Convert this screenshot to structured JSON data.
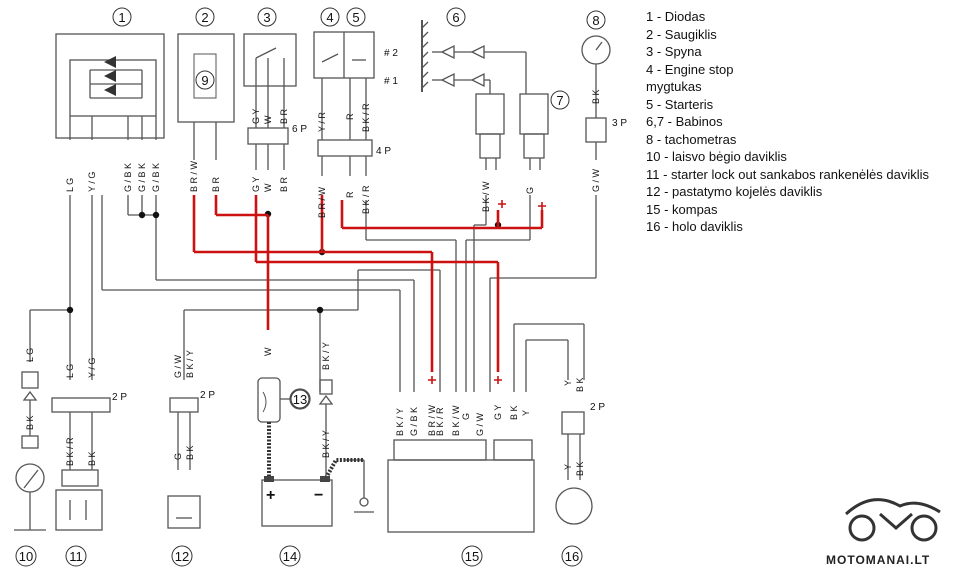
{
  "legend": [
    "1 - Diodas",
    "2 - Saugiklis",
    "3 - Spyna",
    "4 - Engine stop",
    "mygtukas",
    "5 - Starteris",
    "6,7 - Babinos",
    "8 - tachometras",
    "10 - laisvo bėgio daviklis",
    "11 - starter lock out   sankabos rankenėlės daviklis",
    "12 - pastatymo kojelės daviklis",
    "15 - kompas",
    "16 - holo daviklis"
  ],
  "component_numbers": {
    "n1": "1",
    "n2": "2",
    "n3": "3",
    "n4": "4",
    "n5": "5",
    "n6": "6",
    "n7": "7",
    "n8": "8",
    "n9": "9",
    "n10": "10",
    "n11": "11",
    "n12": "12",
    "n13": "13",
    "n14": "14",
    "n15": "15",
    "n16": "16"
  },
  "plug_labels": {
    "p3_6p": "6 P",
    "p4_4p": "4 P",
    "p8_3p": "3 P",
    "p11_2p": "2 P",
    "p12_2p": "2 P",
    "p16_2p": "2 P",
    "coil2": "# 2",
    "coil1": "# 1"
  },
  "battery": {
    "plus": "+",
    "minus": "−"
  },
  "wire_labels": {
    "c1": [
      "L G",
      "Y / G",
      "G / B K",
      "G / B K",
      "G / B K"
    ],
    "c2": [
      "B R / W",
      "B R"
    ],
    "c3": [
      "G Y",
      "W",
      "B R"
    ],
    "c3b": [
      "G Y",
      "W",
      "B R"
    ],
    "c4": [
      "Y / R",
      "R",
      "B K / R"
    ],
    "c4b": [
      "B R / W",
      "R",
      "B K / R"
    ],
    "c7": [
      "B K / W",
      "G"
    ],
    "c8a": "B K",
    "c8b": "G / W",
    "c10": [
      "L G",
      "B K"
    ],
    "c11": [
      "L G",
      "Y / G",
      "B K / R",
      "B K"
    ],
    "c12": [
      "G / W",
      "B K / Y",
      "G",
      "B K"
    ],
    "c14": [
      "W",
      "B K / Y",
      "B K / Y"
    ],
    "c15": [
      "B K / Y",
      "G / B K",
      "B R / W",
      "B K / R",
      "B K / W",
      "G",
      "G / W",
      "G Y",
      "B K",
      "Y"
    ],
    "c16": [
      "Y",
      "B K",
      "Y",
      "B K"
    ]
  },
  "brand": "MOTOMANAI.LT"
}
